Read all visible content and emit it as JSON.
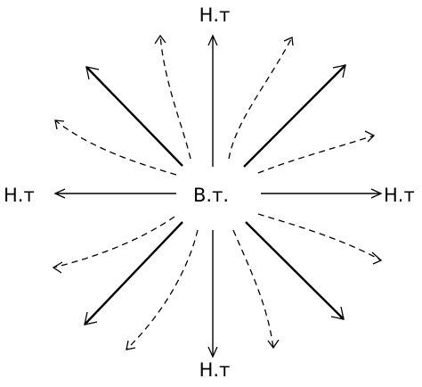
{
  "diagram": {
    "center_label": "В.т.",
    "labels": {
      "top": "Н.т",
      "bottom": "Н.т",
      "left": "Н.т",
      "right": "Н.т"
    },
    "colors": {
      "stroke": "#000000",
      "background": "#ffffff"
    }
  }
}
